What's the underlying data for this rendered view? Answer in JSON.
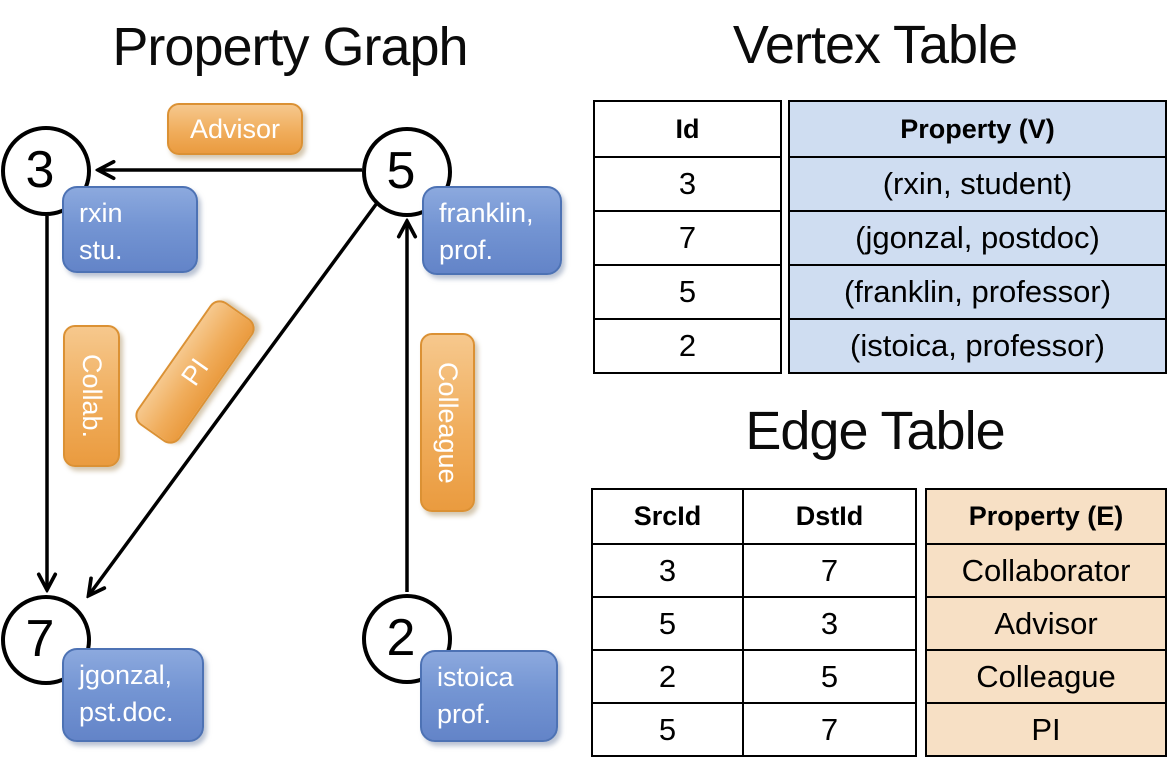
{
  "graph": {
    "title": "Property Graph",
    "nodes": [
      {
        "id": "3",
        "label_lines": [
          "rxin",
          "stu."
        ]
      },
      {
        "id": "5",
        "label_lines": [
          "franklin,",
          "prof."
        ]
      },
      {
        "id": "7",
        "label_lines": [
          "jgonzal,",
          "pst.doc."
        ]
      },
      {
        "id": "2",
        "label_lines": [
          "istoica",
          "prof."
        ]
      }
    ],
    "edge_labels": {
      "advisor": "Advisor",
      "collab": "Collab.",
      "pi": "PI",
      "colleague": "Colleague"
    }
  },
  "vertex_table": {
    "title": "Vertex Table",
    "columns": {
      "id": "Id",
      "property": "Property (V)"
    },
    "rows": [
      {
        "id": "3",
        "property": "(rxin, student)"
      },
      {
        "id": "7",
        "property": "(jgonzal, postdoc)"
      },
      {
        "id": "5",
        "property": "(franklin, professor)"
      },
      {
        "id": "2",
        "property": "(istoica, professor)"
      }
    ]
  },
  "edge_table": {
    "title": "Edge Table",
    "columns": {
      "src": "SrcId",
      "dst": "DstId",
      "property": "Property (E)"
    },
    "rows": [
      {
        "src": "3",
        "dst": "7",
        "property": "Collaborator"
      },
      {
        "src": "5",
        "dst": "3",
        "property": "Advisor"
      },
      {
        "src": "2",
        "dst": "5",
        "property": "Colleague"
      },
      {
        "src": "5",
        "dst": "7",
        "property": "PI"
      }
    ]
  },
  "colors": {
    "vertex_box_top": "#8ca9de",
    "vertex_box_bottom": "#6384c8",
    "vertex_box_border": "#4d72b4",
    "edge_box_top": "#f6c88d",
    "edge_box_bottom": "#ea9b3f",
    "edge_box_border": "#db9134",
    "vertex_table_fill": "#cfddf1",
    "edge_table_fill": "#f7e0c5",
    "line": "#000000"
  }
}
